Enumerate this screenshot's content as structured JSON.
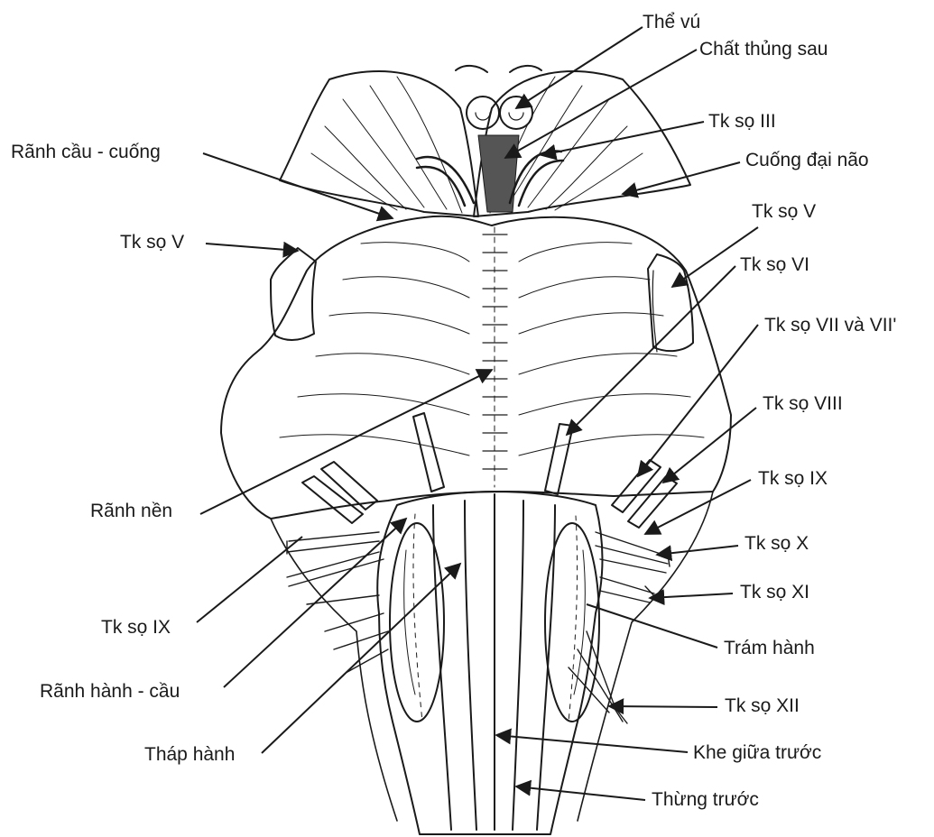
{
  "labels": {
    "the_vu": "Thể vú",
    "chat_thung_sau": "Chất thủng sau",
    "tk_so_iii": "Tk sọ III",
    "ranh_cau_cuong": "Rãnh cầu - cuống",
    "cuong_dai_nao": "Cuống đại não",
    "tk_so_v_left": "Tk sọ V",
    "tk_so_v_right": "Tk sọ V",
    "tk_so_vi": "Tk sọ VI",
    "tk_so_vii": "Tk sọ VII và VII'",
    "tk_so_viii": "Tk sọ VIII",
    "tk_so_ix_right": "Tk sọ IX",
    "ranh_nen": "Rãnh nền",
    "tk_so_x": "Tk sọ X",
    "tk_so_xi": "Tk sọ XI",
    "tk_so_ix_left": "Tk sọ IX",
    "tram_hanh": "Trám hành",
    "ranh_hanh_cau": "Rãnh hành - cầu",
    "tk_so_xii": "Tk sọ XII",
    "thap_hanh": "Tháp hành",
    "khe_giua_truoc": "Khe giữa trước",
    "thung_truoc": "Thừng trước"
  },
  "colors": {
    "ink": "#1a1a1a",
    "background": "#ffffff"
  }
}
